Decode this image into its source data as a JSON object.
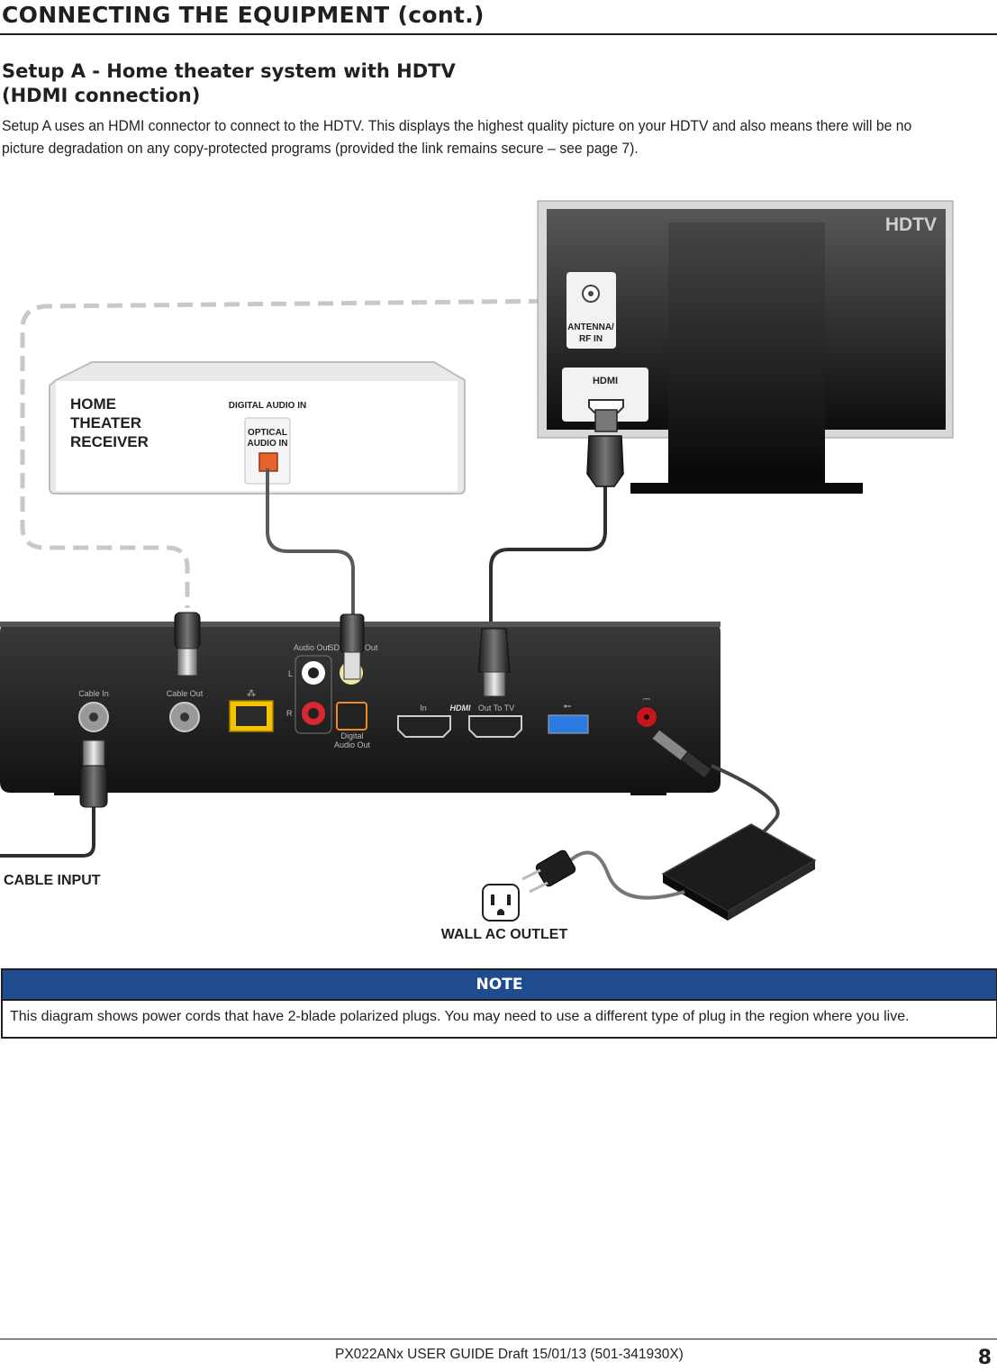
{
  "page": {
    "section_title": "CONNECTING THE EQUIPMENT (cont.)",
    "setup_title_line1": "Setup A - Home theater system with HDTV",
    "setup_title_line2": "(HDMI connection)",
    "intro": "Setup A uses an HDMI connector to connect to the HDTV. This displays the highest quality picture on your HDTV and also means there will be no picture degradation on any copy-protected programs (provided the link remains secure – see page 7)."
  },
  "diagram": {
    "hdtv": {
      "label": "HDTV",
      "antenna_port_line1": "ANTENNA/",
      "antenna_port_line2": "RF IN",
      "hdmi_port": "HDMI"
    },
    "receiver": {
      "label_line1": "HOME",
      "label_line2": "THEATER",
      "label_line3": "RECEIVER",
      "digital_audio_in": "DIGITAL AUDIO IN",
      "optical_line1": "OPTICAL",
      "optical_line2": "AUDIO IN"
    },
    "settop": {
      "cable_in": "Cable In",
      "cable_out": "Cable Out",
      "audio_out": "Audio Out",
      "sd_video_out": "SD Video Out",
      "left": "L",
      "right": "R",
      "digital_audio_out_line1": "Digital",
      "digital_audio_out_line2": "Audio Out",
      "hdmi_in": "In",
      "hdmi_logo": "HDMI",
      "hdmi_out": "Out To TV"
    },
    "cable_input": "CABLE INPUT",
    "wall_outlet": "WALL AC OUTLET"
  },
  "note": {
    "heading": "NOTE",
    "text": "This diagram shows power cords that have 2-blade polarized plugs. You may need to use a different type of plug in the region where you live."
  },
  "footer": {
    "doc_info": "PX022ANx USER GUIDE Draft 15/01/13 (501-341930X)",
    "page_number": "8"
  },
  "colors": {
    "note_header": "#1f4b8f",
    "optical_port": "#e8632b",
    "hdmi_out_port_border": "#f08a24",
    "usb_port": "#2b7ae0",
    "ethernet_port": "#f5c400"
  }
}
